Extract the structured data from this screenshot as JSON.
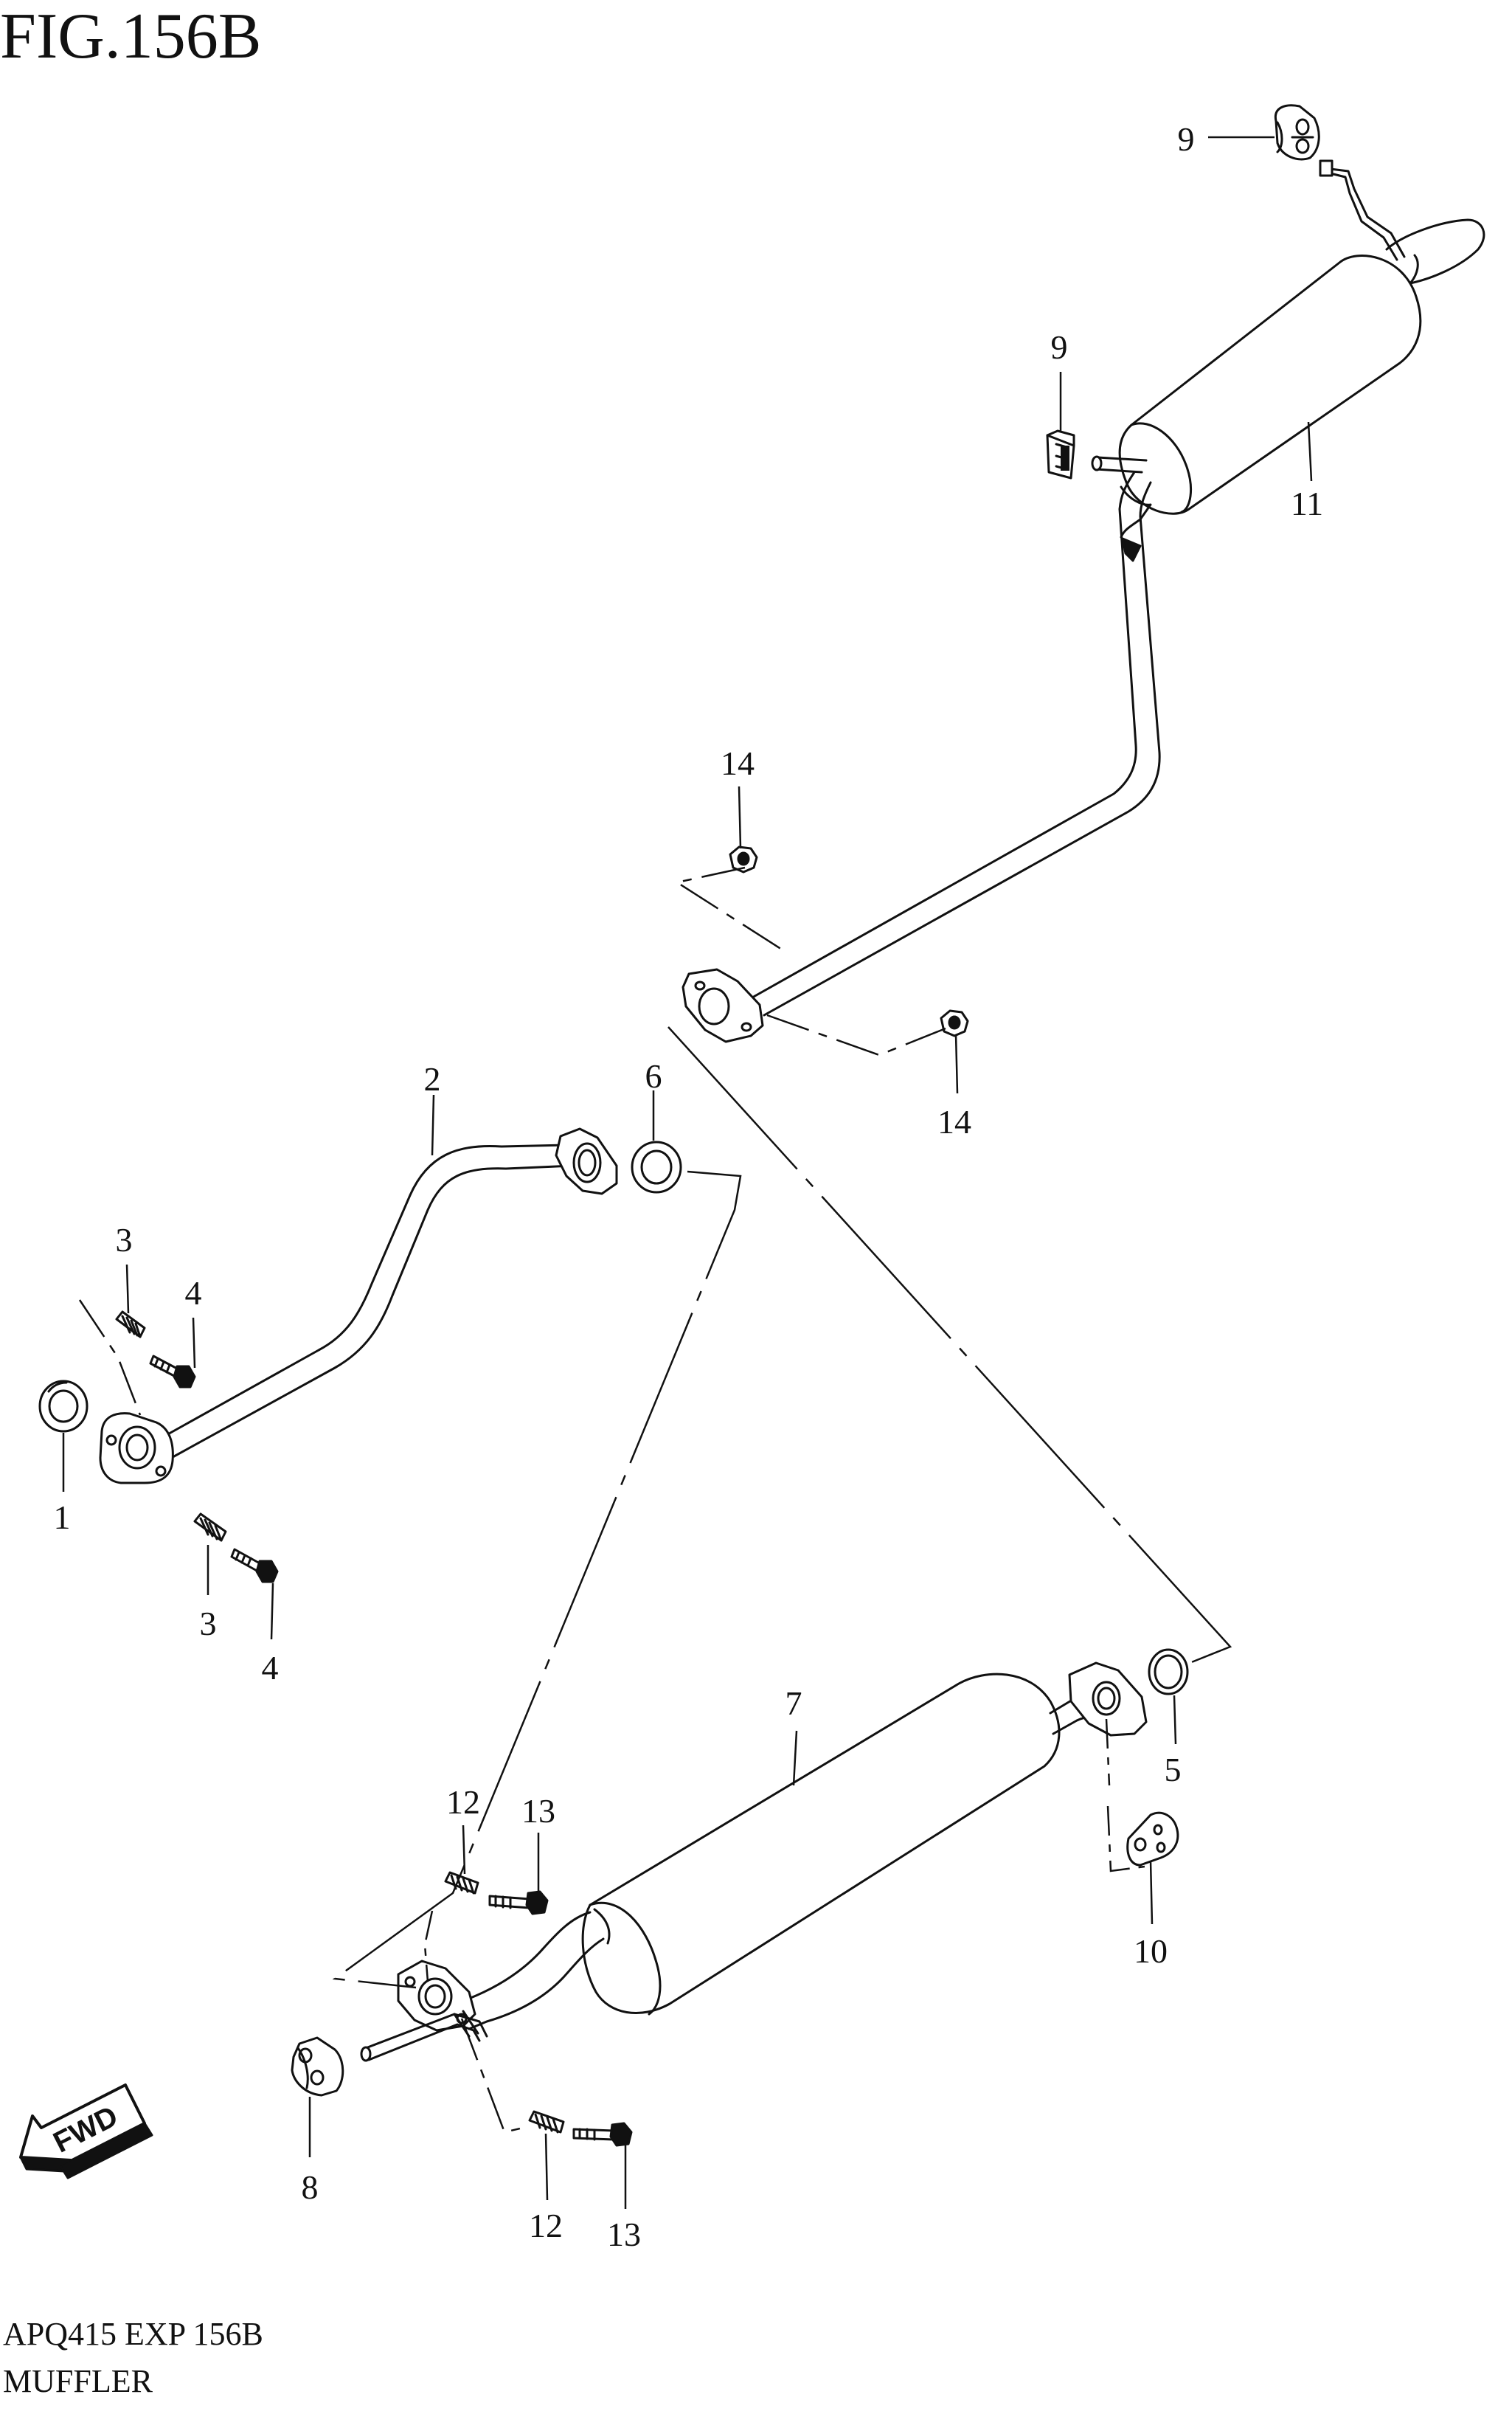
{
  "figure": {
    "title": "FIG.156B",
    "code": "APQ415 EXP 156B",
    "name": "MUFFLER"
  },
  "callouts": {
    "c1": "1",
    "c2": "2",
    "c3a": "3",
    "c3b": "3",
    "c4a": "4",
    "c4b": "4",
    "c5": "5",
    "c6": "6",
    "c7": "7",
    "c8": "8",
    "c9a": "9",
    "c9b": "9",
    "c10": "10",
    "c11": "11",
    "c12a": "12",
    "c12b": "12",
    "c13a": "13",
    "c13b": "13",
    "c14a": "14",
    "c14b": "14"
  },
  "direction_arrow": {
    "label": "FWD"
  }
}
